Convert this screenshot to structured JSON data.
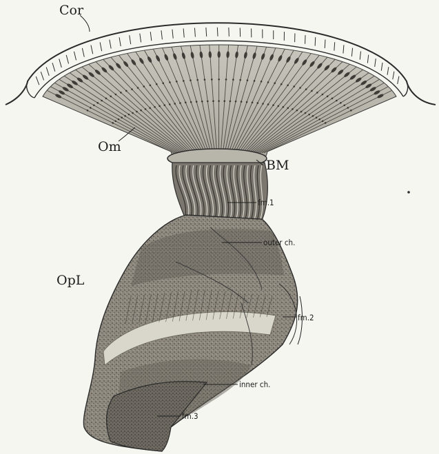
{
  "figure": {
    "labels": {
      "cor": "Cor",
      "om": "Om",
      "bm": "BM",
      "fm1": "fm.1",
      "outer_ch": "outer ch.",
      "opl": "OpL",
      "fm2": "fm.2",
      "inner_ch": "inner ch.",
      "fm3": "fm.3"
    }
  }
}
